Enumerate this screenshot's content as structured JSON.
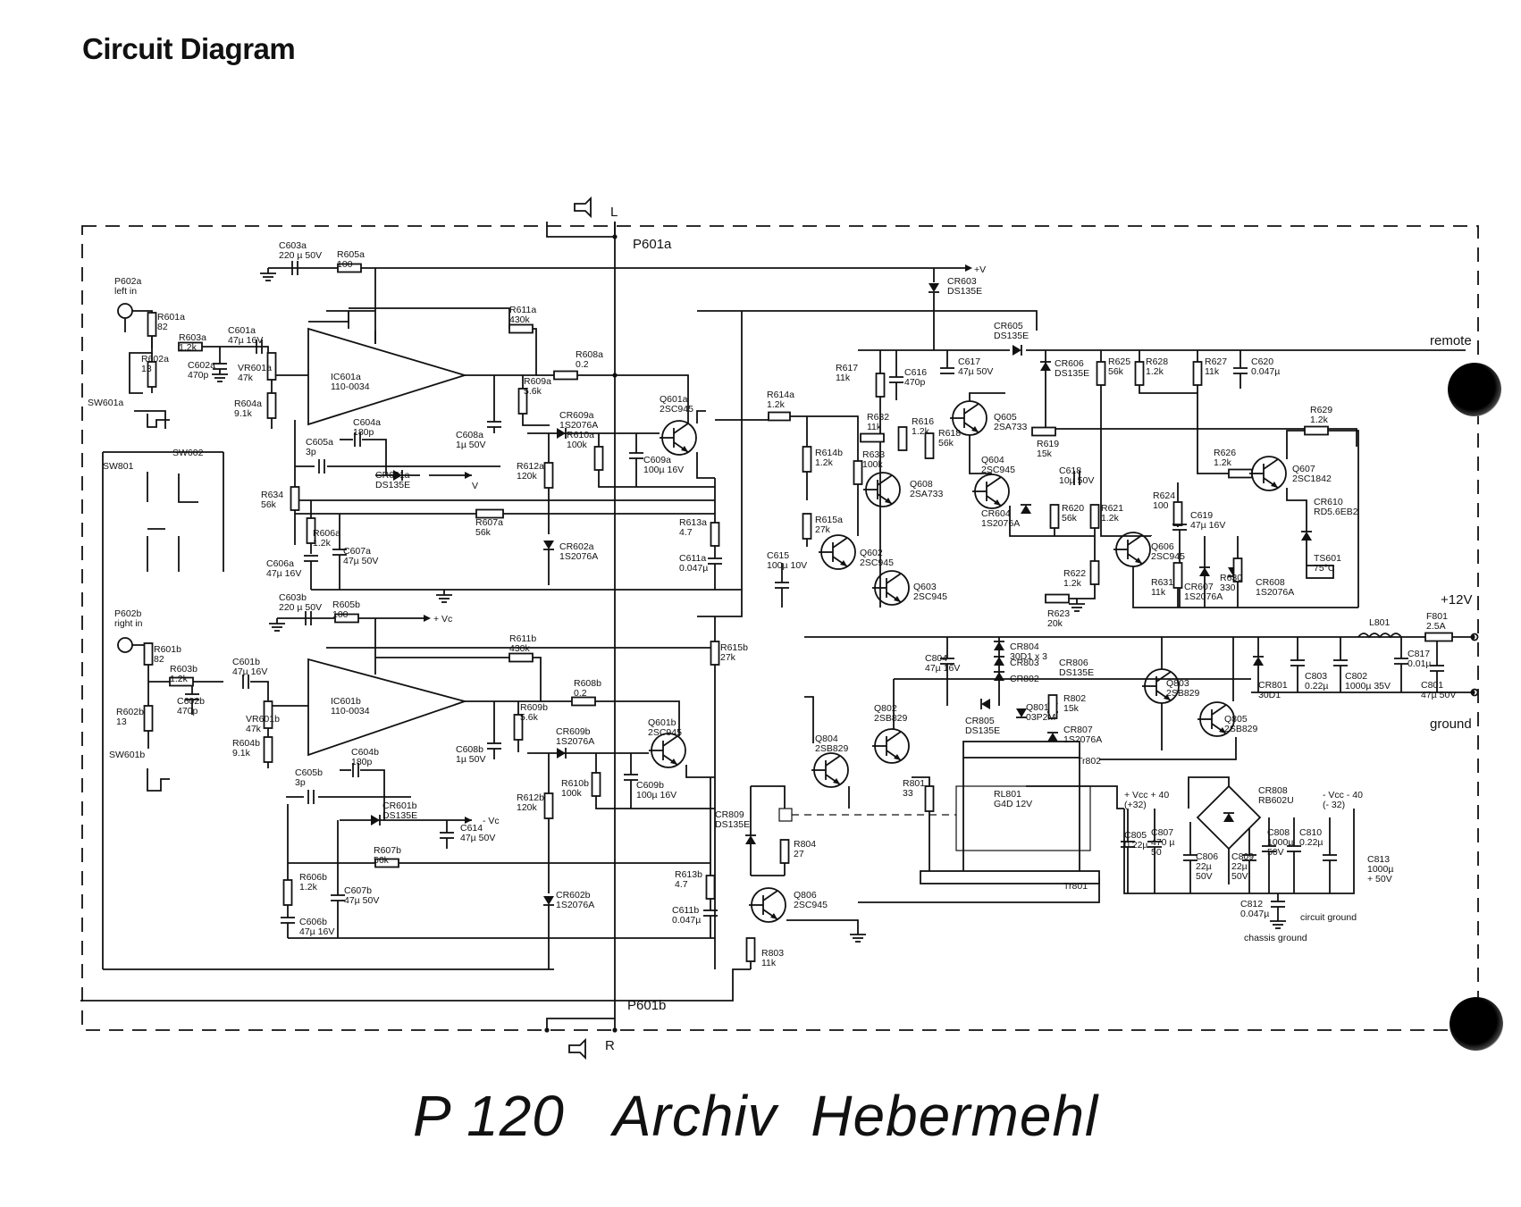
{
  "title": "Circuit Diagram",
  "footer": "P 120   Archiv  Hebermehl",
  "connectors": {
    "speaker_left": {
      "name": "L",
      "plug": "P601a"
    },
    "speaker_right": {
      "name": "R",
      "plug": "P601b"
    },
    "remote": "remote",
    "supply": "+12V",
    "ground": "ground",
    "plus_v": "+V",
    "plus_vcc": "+ Vᴄ",
    "minus_vcc": "- Vᴄ"
  },
  "inputs": {
    "left": {
      "name": "P602a",
      "sub": "left in"
    },
    "right": {
      "name": "P602b",
      "sub": "right in"
    }
  },
  "switches": [
    "SW601a",
    "SW801",
    "SW602",
    "SW601b"
  ],
  "ics": [
    {
      "ref": "IC601a",
      "part": "110-0034"
    },
    {
      "ref": "IC601b",
      "part": "110-0034"
    }
  ],
  "labels": {
    "C603a": [
      "C603a",
      "220 µ 50V"
    ],
    "R605a": [
      "R605a",
      "100"
    ],
    "R601a": [
      "R601a",
      "82"
    ],
    "R603a": [
      "R603a",
      "1.2k"
    ],
    "C601a": [
      "C601a",
      "47µ 16V"
    ],
    "C602a": [
      "C602a",
      "470p"
    ],
    "VR601a": [
      "VR601a",
      "47k"
    ],
    "R602a": [
      "R602a",
      "13"
    ],
    "R604a": [
      "R604a",
      "9.1k"
    ],
    "C604a": [
      "C604a",
      "180p"
    ],
    "C605a": [
      "C605a",
      "3p"
    ],
    "R634": [
      "R634",
      "56k"
    ],
    "R606a": [
      "R606a",
      "1.2k"
    ],
    "C606a": [
      "C606a",
      "47µ 16V"
    ],
    "C607a": [
      "C607a",
      "47µ 50V"
    ],
    "CR601a": [
      "CR601a",
      "DS135E"
    ],
    "R607a": [
      "R607a",
      "56k"
    ],
    "R611a": [
      "R611a",
      "430k"
    ],
    "R608a": [
      "R608a",
      "0.2"
    ],
    "R609a": [
      "R609a",
      "5.6k"
    ],
    "C608a": [
      "C608a",
      "1µ 50V"
    ],
    "CR609a": [
      "CR609a",
      "1S2076A"
    ],
    "R610a": [
      "R610a",
      "100k"
    ],
    "R612a": [
      "R612a",
      "120k"
    ],
    "C609a": [
      "C609a",
      "100µ 16V"
    ],
    "Q601a": [
      "Q601a",
      "2SC945"
    ],
    "CR602a": [
      "CR602a",
      "1S2076A"
    ],
    "R613a": [
      "R613a",
      "4.7"
    ],
    "C611a": [
      "C611a",
      "0.047µ"
    ],
    "C603b": [
      "C603b",
      "220 µ 50V"
    ],
    "R605b": [
      "R605b",
      "100"
    ],
    "R601b": [
      "R601b",
      "82"
    ],
    "R603b": [
      "R603b",
      "1.2k"
    ],
    "C601b": [
      "C601b",
      "47µ 16V"
    ],
    "C602b": [
      "C602b",
      "470p"
    ],
    "VR601b": [
      "VR601b",
      "47k"
    ],
    "R602b": [
      "R602b",
      "13"
    ],
    "R604b": [
      "R604b",
      "9.1k"
    ],
    "C604b": [
      "C604b",
      "180p"
    ],
    "C605b": [
      "C605b",
      "3p"
    ],
    "CR601b": [
      "CR601b",
      "DS135E"
    ],
    "C614": [
      "C614",
      "47µ 50V"
    ],
    "R606b": [
      "R606b",
      "1.2k"
    ],
    "C606b": [
      "C606b",
      "47µ 16V"
    ],
    "C607b": [
      "C607b",
      "47µ 50V"
    ],
    "R607b": [
      "R607b",
      "56k"
    ],
    "R611b": [
      "R611b",
      "430k"
    ],
    "R608b": [
      "R608b",
      "0.2"
    ],
    "R609b": [
      "R609b",
      "5.6k"
    ],
    "C608b": [
      "C608b",
      "1µ 50V"
    ],
    "CR609b": [
      "CR609b",
      "1S2076A"
    ],
    "R610b": [
      "R610b",
      "100k"
    ],
    "R612b": [
      "R612b",
      "120k"
    ],
    "C609b": [
      "C609b",
      "100µ 16V"
    ],
    "Q601b": [
      "Q601b",
      "2SC945"
    ],
    "CR602b": [
      "CR602b",
      "1S2076A"
    ],
    "R613b": [
      "R613b",
      "4.7"
    ],
    "C611b": [
      "C611b",
      "0.047µ"
    ],
    "R614a": [
      "R614a",
      "1.2k"
    ],
    "R614b": [
      "R614b",
      "1.2k"
    ],
    "R615a": [
      "R615a",
      "27k"
    ],
    "R615b": [
      "R615b",
      "27k"
    ],
    "C615": [
      "C615",
      "100µ 10V"
    ],
    "Q602": [
      "Q602",
      "2SC945"
    ],
    "Q603": [
      "Q603",
      "2SC945"
    ],
    "CR603": [
      "CR603",
      "DS135E"
    ],
    "CR605": [
      "CR605",
      "DS135E"
    ],
    "R617": [
      "R617",
      "11k"
    ],
    "C616": [
      "C616",
      "470p"
    ],
    "C617": [
      "C617",
      "47µ 50V"
    ],
    "R632": [
      "R632",
      "11k"
    ],
    "R616": [
      "R616",
      "1.2k"
    ],
    "R633": [
      "R633",
      "100k"
    ],
    "R618": [
      "R618",
      "56k"
    ],
    "Q605": [
      "Q605",
      "2SA733"
    ],
    "Q608": [
      "Q608",
      "2SA733"
    ],
    "R619": [
      "R619",
      "15k"
    ],
    "Q604": [
      "Q604",
      "2SC945"
    ],
    "C618": [
      "C618",
      "10µ 50V"
    ],
    "CR604": [
      "CR604",
      "1S2076A"
    ],
    "R620": [
      "R620",
      "56k"
    ],
    "R621": [
      "R621",
      "1.2k"
    ],
    "R622": [
      "R622",
      "1.2k"
    ],
    "R623": [
      "R623",
      "20k"
    ],
    "CR606": [
      "CR606",
      "DS135E"
    ],
    "R625": [
      "R625",
      "56k"
    ],
    "R628": [
      "R628",
      "1.2k"
    ],
    "R627": [
      "R627",
      "11k"
    ],
    "C620": [
      "C620",
      "0.047µ"
    ],
    "R629": [
      "R629",
      "1.2k"
    ],
    "R626": [
      "R626",
      "1.2k"
    ],
    "Q607": [
      "Q607",
      "2SC1842"
    ],
    "R624": [
      "R624",
      "100"
    ],
    "C619": [
      "C619",
      "47µ 16V"
    ],
    "Q606": [
      "Q606",
      "2SC945"
    ],
    "R631": [
      "R631",
      "11k"
    ],
    "CR607": [
      "CR607",
      "1S2076A"
    ],
    "R630": [
      "R630",
      "330"
    ],
    "CR608": [
      "CR608",
      "1S2076A"
    ],
    "CR610": [
      "CR610",
      "RD5.6EB2"
    ],
    "TS601": [
      "TS601",
      "75°C"
    ],
    "F801": [
      "F801",
      "2.5A"
    ],
    "L801": [
      "L801"
    ],
    "CR801": [
      "CR801",
      "30D1"
    ],
    "C803": [
      "C803",
      "0.22µ"
    ],
    "C802": [
      "C802",
      "1000µ 35V"
    ],
    "C817": [
      "C817",
      "0.01µ"
    ],
    "C801": [
      "C801",
      "47µ 50V"
    ],
    "C804": [
      "C804",
      "47µ 16V"
    ],
    "CR804": [
      "CR804",
      "30D1 x 3"
    ],
    "CR803": [
      "CR803"
    ],
    "CR802": [
      "CR802"
    ],
    "CR806": [
      "CR806",
      "DS135E"
    ],
    "Q802": [
      "Q802",
      "2SB829"
    ],
    "CR805": [
      "CR805",
      "DS135E"
    ],
    "Q801": [
      "Q801",
      "03P2M"
    ],
    "R802": [
      "R802",
      "15k"
    ],
    "CR807": [
      "CR807",
      "1S2076A"
    ],
    "Q803": [
      "Q803",
      "2SB829"
    ],
    "Q805": [
      "Q805",
      "2SB829"
    ],
    "Q804": [
      "Q804",
      "2SB829"
    ],
    "Tr802": [
      "Tr802"
    ],
    "R801": [
      "R801",
      "33"
    ],
    "RL801": [
      "RL801",
      "G4D 12V"
    ],
    "Tr801": [
      "Tr801"
    ],
    "CR809": [
      "CR809",
      "DS135E"
    ],
    "R804": [
      "R804",
      "27"
    ],
    "Q806": [
      "Q806",
      "2SC945"
    ],
    "R803": [
      "R803",
      "11k"
    ],
    "CR808": [
      "CR808",
      "RB602U"
    ],
    "C805": [
      "C805",
      "0.22µ"
    ],
    "C807": [
      "C807",
      "470 µ",
      "50"
    ],
    "C806": [
      "C806",
      "22µ",
      "50V"
    ],
    "C809": [
      "C809",
      "22µ",
      "50V"
    ],
    "C808": [
      "C808",
      "1000µ",
      "50V"
    ],
    "C810": [
      "C810",
      "0.22µ"
    ],
    "C813": [
      "C813",
      "1000µ",
      "+ 50V"
    ],
    "C812": [
      "C812",
      "0.047µ"
    ]
  },
  "rail_labels": {
    "plus_40": [
      "+ Vᴄᴄ  + 40",
      "(+32)"
    ],
    "minus_40": [
      "- Vᴄᴄ  - 40",
      "(- 32)"
    ],
    "chassis_ground": "chassis ground",
    "circuit_ground": "circuit ground",
    "v_small": "V"
  }
}
